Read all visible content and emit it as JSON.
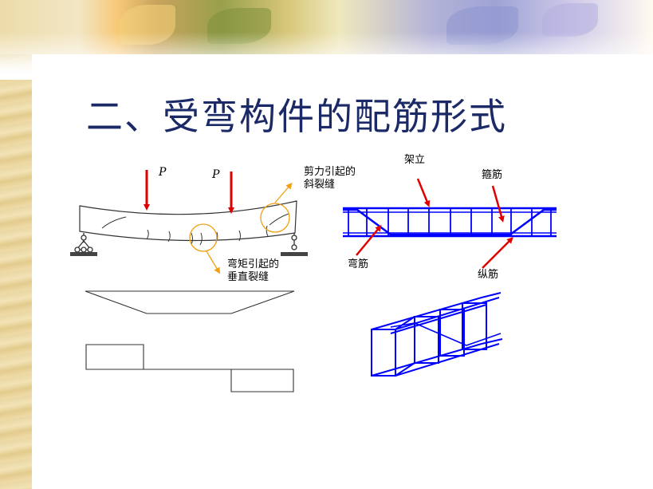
{
  "slide": {
    "title": "二、受弯构件的配筋形式"
  },
  "beam_diagram": {
    "loads": [
      "P",
      "P"
    ],
    "shear_crack_label_line1": "剪力引起的",
    "shear_crack_label_line2": "斜裂缝",
    "moment_crack_label_line1": "弯矩引起的",
    "moment_crack_label_line2": "垂直裂缝"
  },
  "rebar_diagram": {
    "erection_bar": "架立",
    "stirrup": "箍筋",
    "bent_bar": "弯筋",
    "longitudinal_bar": "纵筋"
  },
  "colors": {
    "title": "#1b2a66",
    "rebar": "#0000ff",
    "arrow": "#e00000",
    "callout": "#f0a010",
    "outline": "#222222"
  }
}
